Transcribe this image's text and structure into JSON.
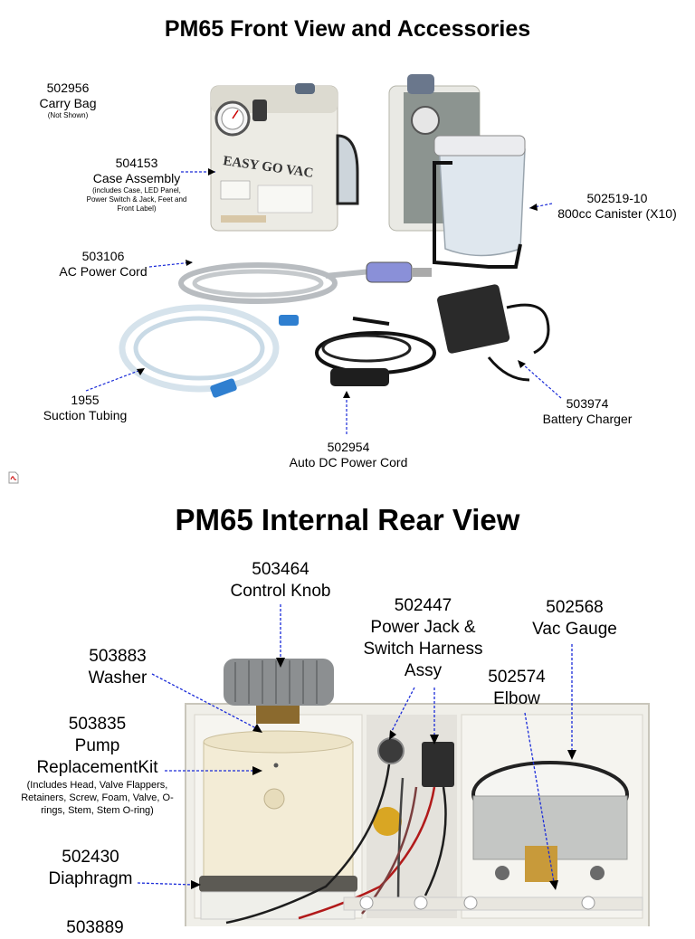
{
  "front": {
    "title": "PM65 Front View and Accessories",
    "labels": {
      "carry_bag": {
        "num": "502956",
        "name": "Carry Bag",
        "note": "(Not Shown)"
      },
      "case_assembly": {
        "num": "504153",
        "name": "Case Assembly",
        "note": "(includes Case, LED Panel, Power Switch & Jack, Feet and Front Label)"
      },
      "ac_cord": {
        "num": "503106",
        "name": "AC Power Cord"
      },
      "canister": {
        "num": "502519-10",
        "name": "800cc Canister (X10)"
      },
      "tubing": {
        "num": "1955",
        "name": "Suction Tubing"
      },
      "charger": {
        "num": "503974",
        "name": "Battery Charger"
      },
      "dc_cord": {
        "num": "502954",
        "name": "Auto DC Power Cord"
      }
    },
    "device_brand": "EASY GO VAC"
  },
  "rear": {
    "title": "PM65 Internal Rear View",
    "labels": {
      "knob": {
        "num": "503464",
        "name": "Control Knob"
      },
      "power_jack": {
        "num": "502447",
        "name": "Power Jack & Switch Harness Assy"
      },
      "vac_gauge": {
        "num": "502568",
        "name": "Vac Gauge"
      },
      "washer": {
        "num": "503883",
        "name": "Washer"
      },
      "elbow": {
        "num": "502574",
        "name": "Elbow"
      },
      "pump_kit": {
        "num": "503835",
        "name": "Pump ReplacementKit",
        "note": "(Includes Head, Valve Flappers, Retainers, Screw, Foam, Valve, O-rings, Stem, Stem O-ring)"
      },
      "diaphragm": {
        "num": "502430",
        "name": "Diaphragm"
      },
      "partial": {
        "num": "503889"
      }
    }
  }
}
